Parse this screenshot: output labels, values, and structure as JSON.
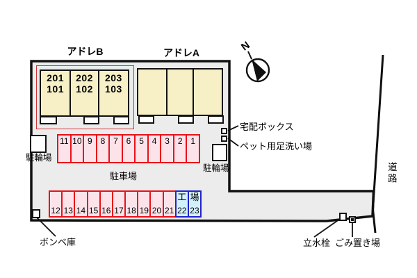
{
  "buildings": {
    "b": {
      "name": "アドレB",
      "units": [
        {
          "upper": "201",
          "lower": "101"
        },
        {
          "upper": "202",
          "lower": "102"
        },
        {
          "upper": "203",
          "lower": "103"
        }
      ]
    },
    "a": {
      "name": "アドレA"
    }
  },
  "compass": {
    "label": "N"
  },
  "parking": {
    "area_label": "駐車場",
    "top_row": [
      "11",
      "10",
      "9",
      "8",
      "7",
      "6",
      "5",
      "4",
      "3",
      "2",
      "1"
    ],
    "bottom_row": [
      "12",
      "13",
      "14",
      "15",
      "16",
      "17",
      "18",
      "19",
      "20",
      "21",
      "22",
      "23"
    ],
    "factory_chars": [
      "工",
      "場"
    ]
  },
  "facilities": {
    "bicycle_left": "駐輪場",
    "bicycle_right": "駐輪場",
    "delivery_box": "宅配ボックス",
    "pet_wash": "ペット用足洗い場",
    "cylinder": "ボンベ庫",
    "standpipe": "立水栓",
    "garbage": "ごみ置き場",
    "road": "道路"
  },
  "colors": {
    "site_fill": "#ececec",
    "building_fill": "#f7f0c6",
    "stall_fill": "#fce3ea",
    "stall_border": "#e81118",
    "factory_stall_fill": "#d3f1fc",
    "factory_stall_border": "#2222cc",
    "outline": "#111111",
    "highlight": "#d03434"
  }
}
